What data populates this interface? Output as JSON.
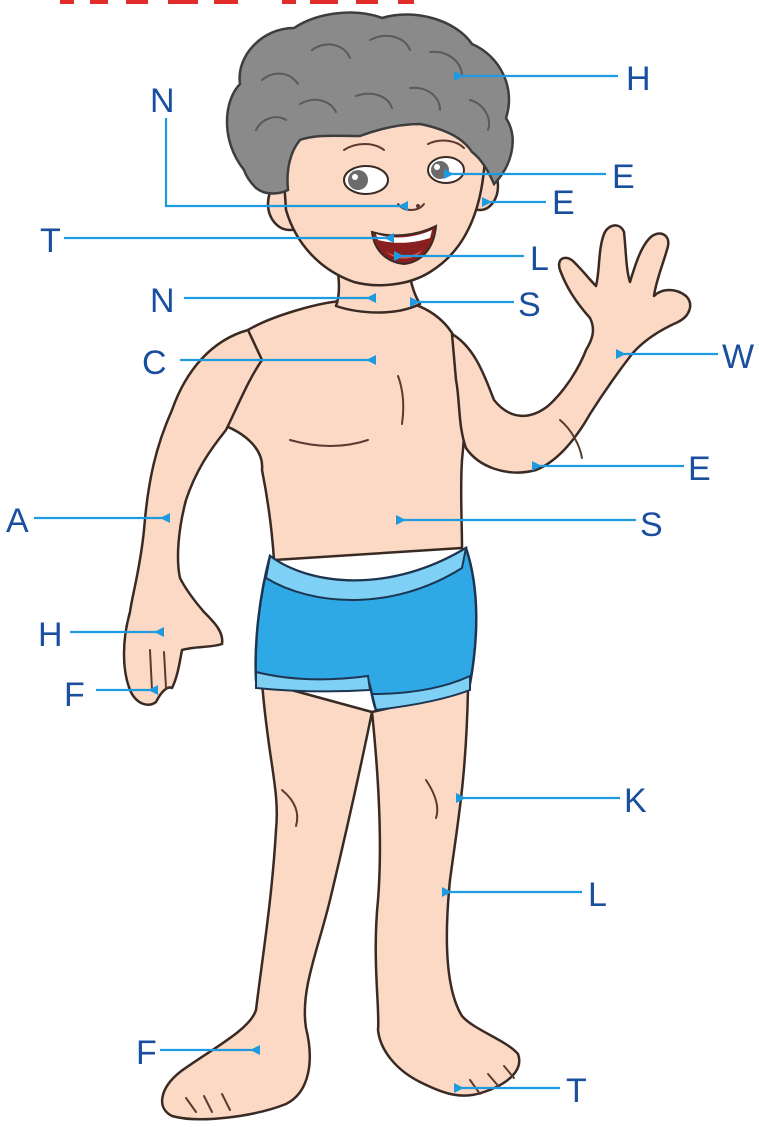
{
  "labels": {
    "head": "H",
    "nose": "N",
    "eye": "E",
    "ear": "E",
    "teeth": "T",
    "lips": "L",
    "neck": "N",
    "shoulder": "S",
    "wrist": "W",
    "chest": "C",
    "elbow": "E",
    "arm": "A",
    "stomach": "S",
    "hand": "H",
    "finger": "F",
    "knee": "K",
    "leg": "L",
    "foot": "F",
    "toe": "T"
  },
  "colors": {
    "label_text": "#1a4e9e",
    "pointer_line": "#1e9ae0",
    "skin": "#fbd9c4",
    "hair": "#8a8a8a",
    "shorts": "#2fa8e6",
    "title_red": "#e22b2b"
  }
}
